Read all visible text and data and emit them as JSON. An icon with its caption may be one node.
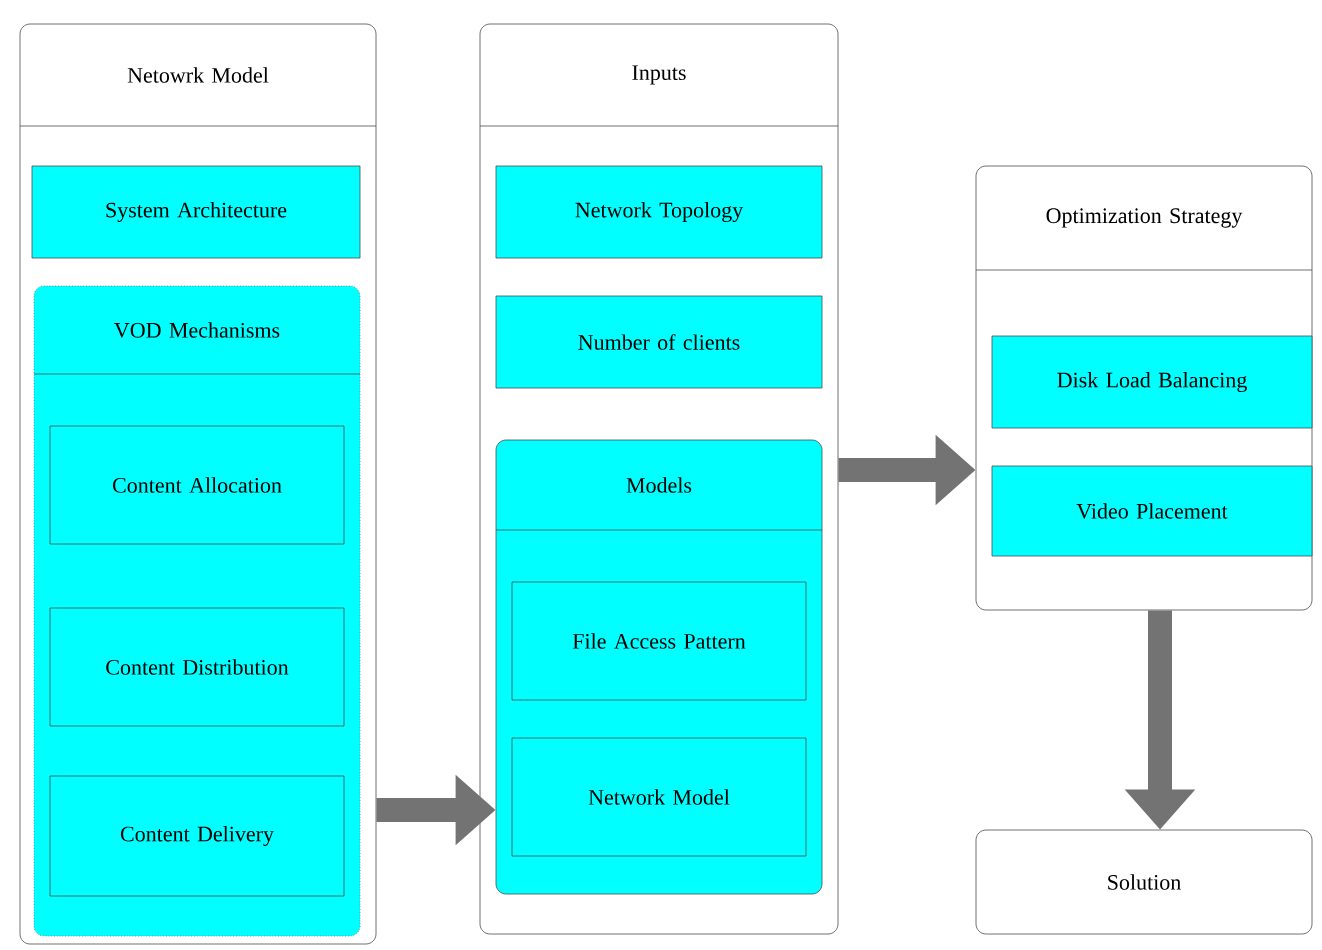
{
  "diagram": {
    "nodes": [
      {
        "text": [
          "Netowrk Model"
        ]
      },
      {
        "text": [
          "System Architecture"
        ],
        "in": 0
      },
      {
        "text": [
          "VOD Mechanisms"
        ],
        "in": 0
      },
      {
        "text": [
          "Content Allocation"
        ],
        "in": 2
      },
      {
        "text": [
          "Content Distribution"
        ],
        "in": 2
      },
      {
        "text": [
          "Content Delivery"
        ],
        "in": 2
      },
      {
        "text": [
          "Inputs"
        ]
      },
      {
        "text": [
          "Network Topology"
        ],
        "in": 6
      },
      {
        "text": [
          "Number of clients"
        ],
        "in": 6
      },
      {
        "text": [
          "Models"
        ],
        "in": 6
      },
      {
        "text": [
          "File Access Pattern"
        ],
        "in": 9
      },
      {
        "text": [
          "Network Model"
        ],
        "in": 9
      },
      {
        "text": [
          "Optimization Strategy"
        ]
      },
      {
        "text": [
          "Disk Load Balancing"
        ],
        "in": 12
      },
      {
        "text": [
          "Video Placement"
        ],
        "in": 12
      },
      {
        "text": [
          "Solution"
        ]
      }
    ],
    "edges": [
      {
        "from": 0,
        "to": 9,
        "arrow": "to"
      },
      {
        "from": 6,
        "to": 12,
        "arrow": "to"
      },
      {
        "from": 12,
        "to": 15,
        "arrow": "to"
      }
    ]
  }
}
